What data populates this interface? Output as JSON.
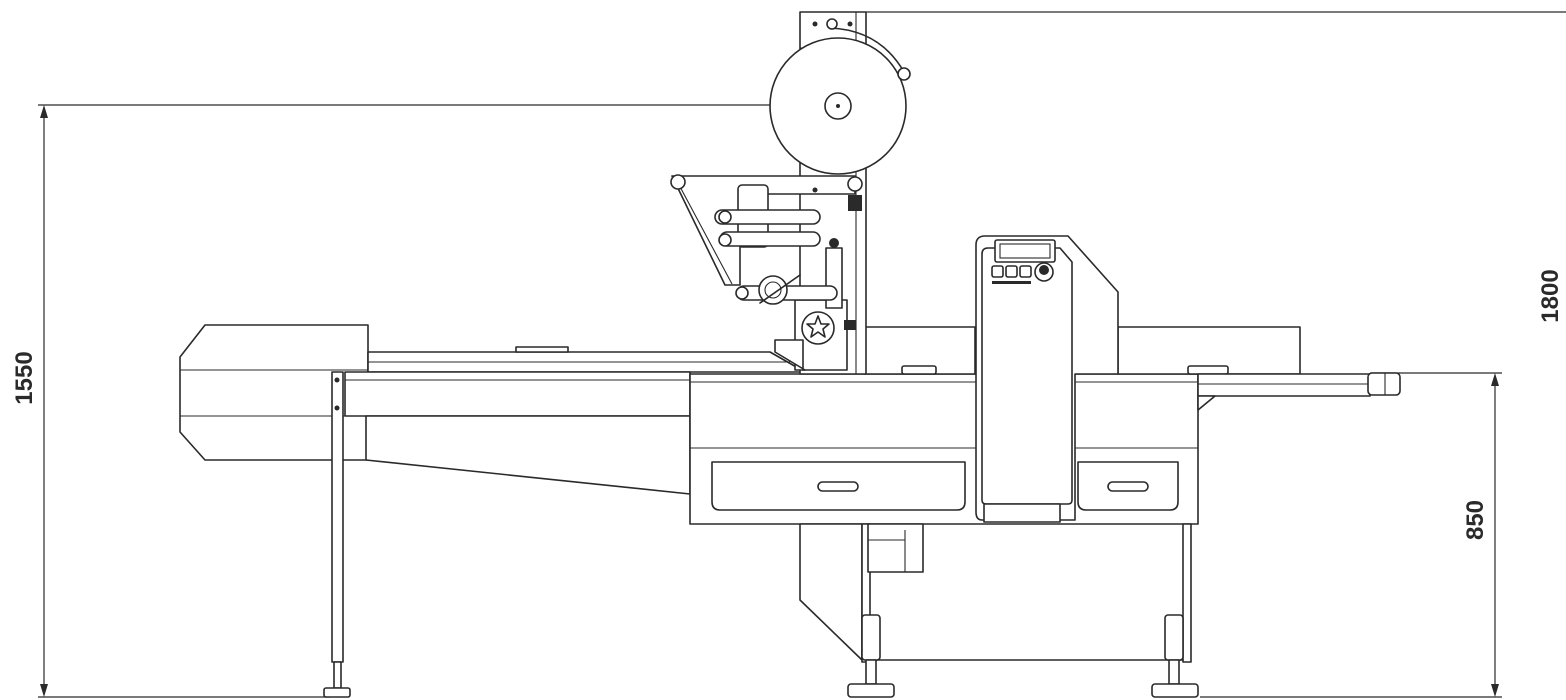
{
  "dimensions": {
    "overall_height_to_film_reel": "1550",
    "overall_height_max": "1800",
    "working_height": "850"
  },
  "components": {
    "film_reel": "film-reel",
    "control_panel": "control-panel",
    "infeed_conveyor": "infeed-conveyor",
    "outfeed_conveyor": "outfeed-conveyor",
    "main_body": "main-body",
    "drawer_left": "drawer-left",
    "drawer_right": "drawer-right"
  }
}
